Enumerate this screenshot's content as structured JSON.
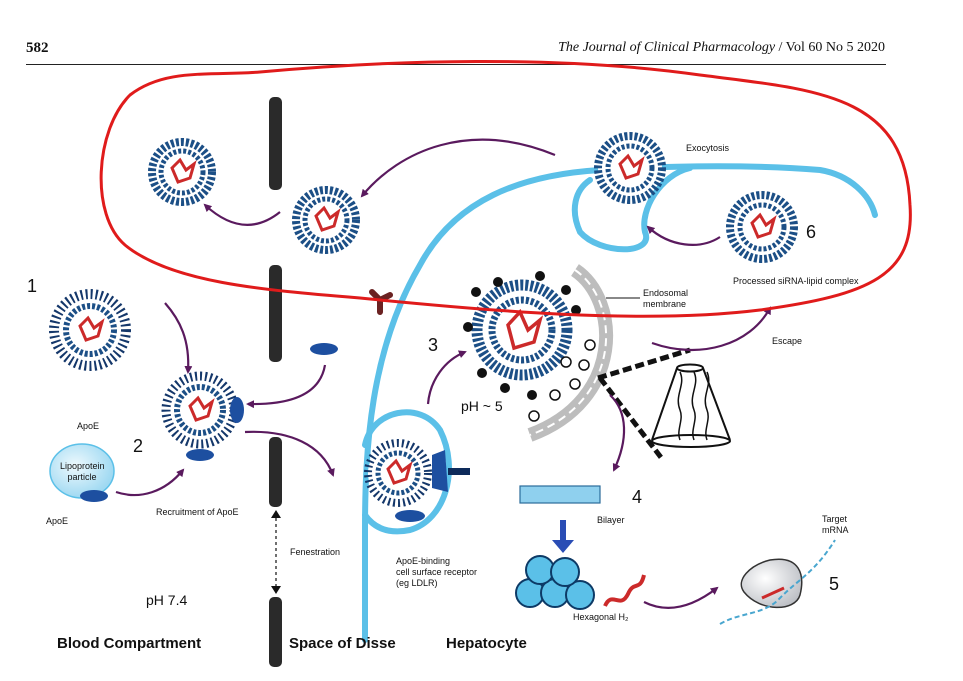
{
  "header": {
    "page_number": "582",
    "journal_title": "The Journal of Clinical Pharmacology",
    "journal_issue": "/ Vol 60 No 5 2020"
  },
  "steps": {
    "s1": "1",
    "s2": "2",
    "s3": "3",
    "s4": "4",
    "s5": "5",
    "s6": "6"
  },
  "labels": {
    "apoe_top": "ApoE",
    "lipoprotein_line1": "Lipoprotein",
    "lipoprotein_line2": "particle",
    "apoe_bottom": "ApoE",
    "recruitment": "Recruitment of ApoE",
    "fenestration": "Fenestration",
    "receptor_line1": "ApoE-binding",
    "receptor_line2": "cell surface receptor",
    "receptor_line3": "(eg LDLR)",
    "endosomal_line1": "Endosomal",
    "endosomal_line2": "membrane",
    "exocytosis": "Exocytosis",
    "processed": "Processed siRNA-lipid complex",
    "escape": "Escape",
    "bilayer": "Bilayer",
    "hexagonal": "Hexagonal H₂",
    "target_line1": "Target",
    "target_line2": "mRNA",
    "ph_cell": "pH ~ 5",
    "ph_blood": "pH 7.4"
  },
  "zones": {
    "blood": "Blood Compartment",
    "disse": "Space of Disse",
    "hepatocyte": "Hepatocyte"
  },
  "colors": {
    "membrane": "#5bc0e8",
    "annotation": "#e01b1b",
    "arrow": "#5a1a5e",
    "nanoparticle": "#1c4f86",
    "sirna": "#cc2a2a",
    "apoe": "#1d4fa0"
  }
}
